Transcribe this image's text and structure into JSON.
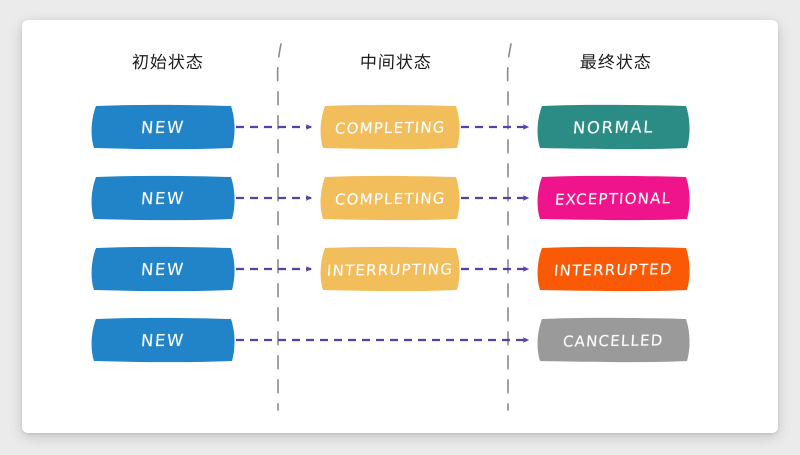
{
  "card": {
    "background": "#ffffff",
    "page_background": "#ebebeb"
  },
  "palette": {
    "initial": "#2184c8",
    "intermediate": "#f2be5c",
    "normal": "#2b8c86",
    "exceptional": "#f0148c",
    "interrupted": "#fa5a06",
    "cancelled": "#9a9a9a",
    "arrow": "#5b3fa8",
    "divider": "#8a8a8a",
    "header_text": "#1c1c1c",
    "node_text": "#ffffff"
  },
  "columns": [
    {
      "id": "initial",
      "label": "初始状态"
    },
    {
      "id": "intermediate",
      "label": "中间状态"
    },
    {
      "id": "final",
      "label": "最终状态"
    }
  ],
  "rows": [
    {
      "id": "row-normal",
      "initial": "NEW",
      "intermediate": "COMPLETING",
      "final": "NORMAL"
    },
    {
      "id": "row-exceptional",
      "initial": "NEW",
      "intermediate": "COMPLETING",
      "final": "EXCEPTIONAL"
    },
    {
      "id": "row-interrupted",
      "initial": "NEW",
      "intermediate": "INTERRUPTING",
      "final": "INTERRUPTED"
    },
    {
      "id": "row-cancelled",
      "initial": "NEW",
      "intermediate": null,
      "final": "CANCELLED"
    }
  ]
}
